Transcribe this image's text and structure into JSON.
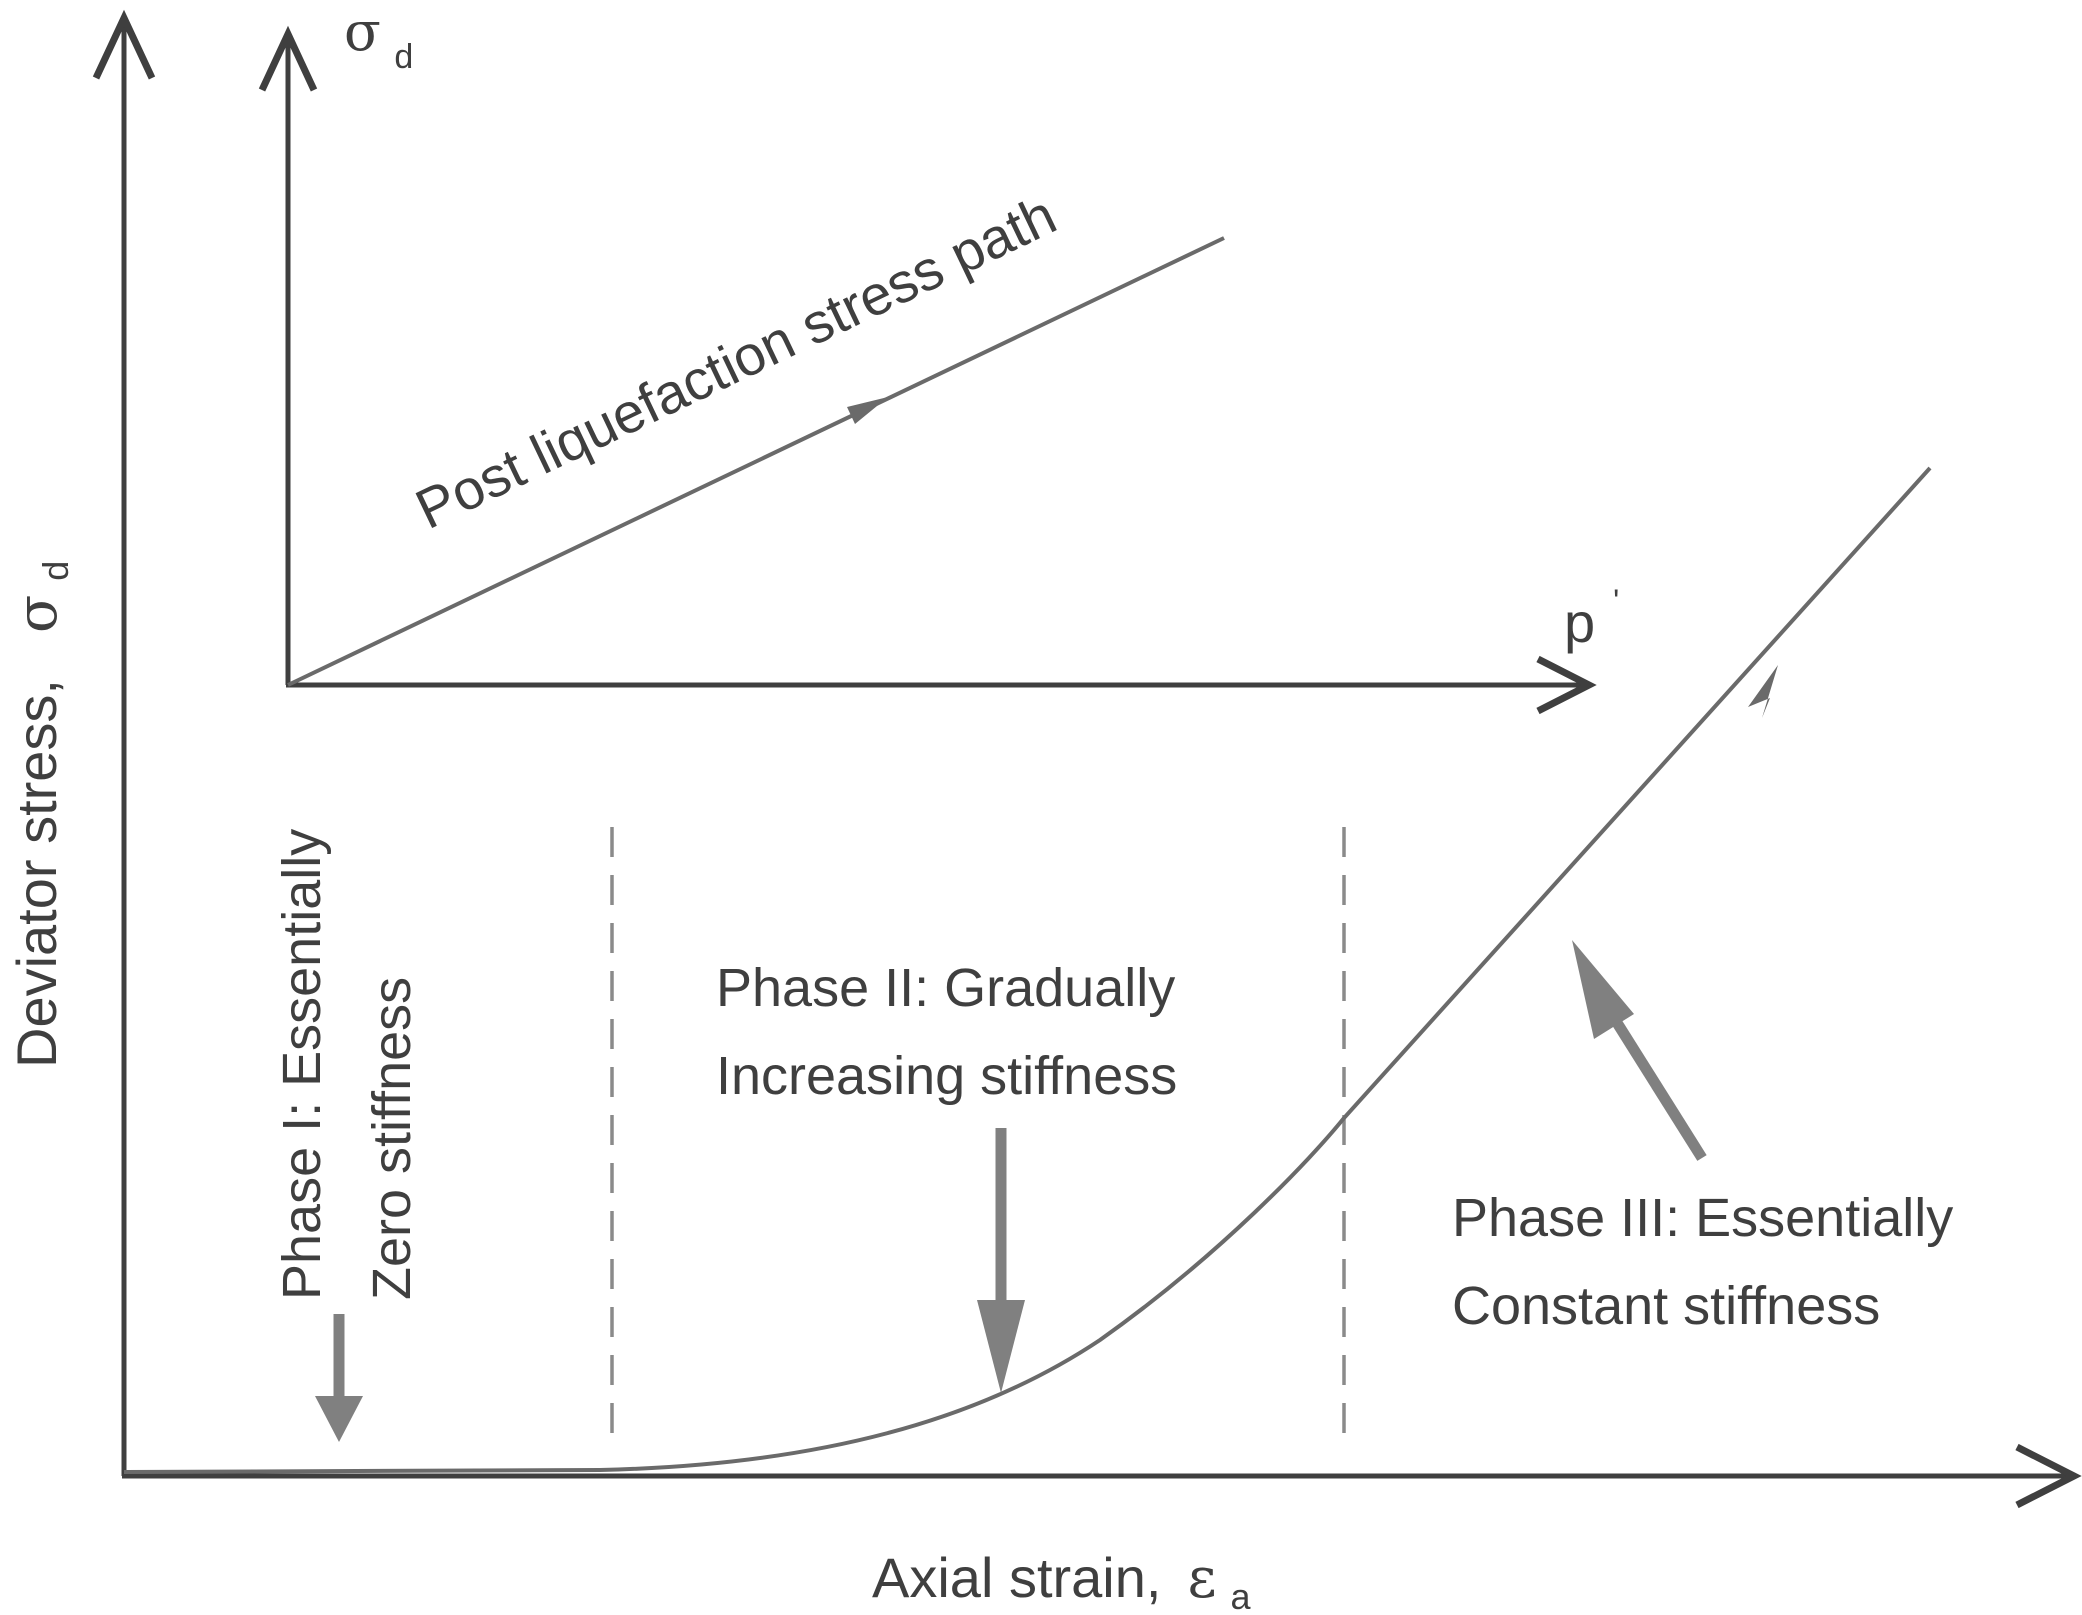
{
  "main_axes": {
    "y_label": "Deviator stress,",
    "y_symbol": "σ",
    "y_subscript": "d",
    "x_label": "Axial strain,",
    "x_symbol": "ε",
    "x_subscript": "a"
  },
  "inset": {
    "y_symbol": "σ",
    "y_subscript": "d",
    "x_symbol": "p",
    "x_prime": "'",
    "path_label": "Post liquefaction stress path"
  },
  "phases": {
    "phase1": {
      "line1": "Phase I: Essentially",
      "line2": "Zero stiffness"
    },
    "phase2": {
      "line1": "Phase II: Gradually",
      "line2": "Increasing stiffness"
    },
    "phase3": {
      "line1": "Phase III: Essentially",
      "line2": "Constant stiffness"
    }
  },
  "colors": {
    "axis": "#3f3f3f",
    "curve": "#6a6a6a",
    "arrow": "#808080",
    "divider": "#8a8a8a"
  }
}
